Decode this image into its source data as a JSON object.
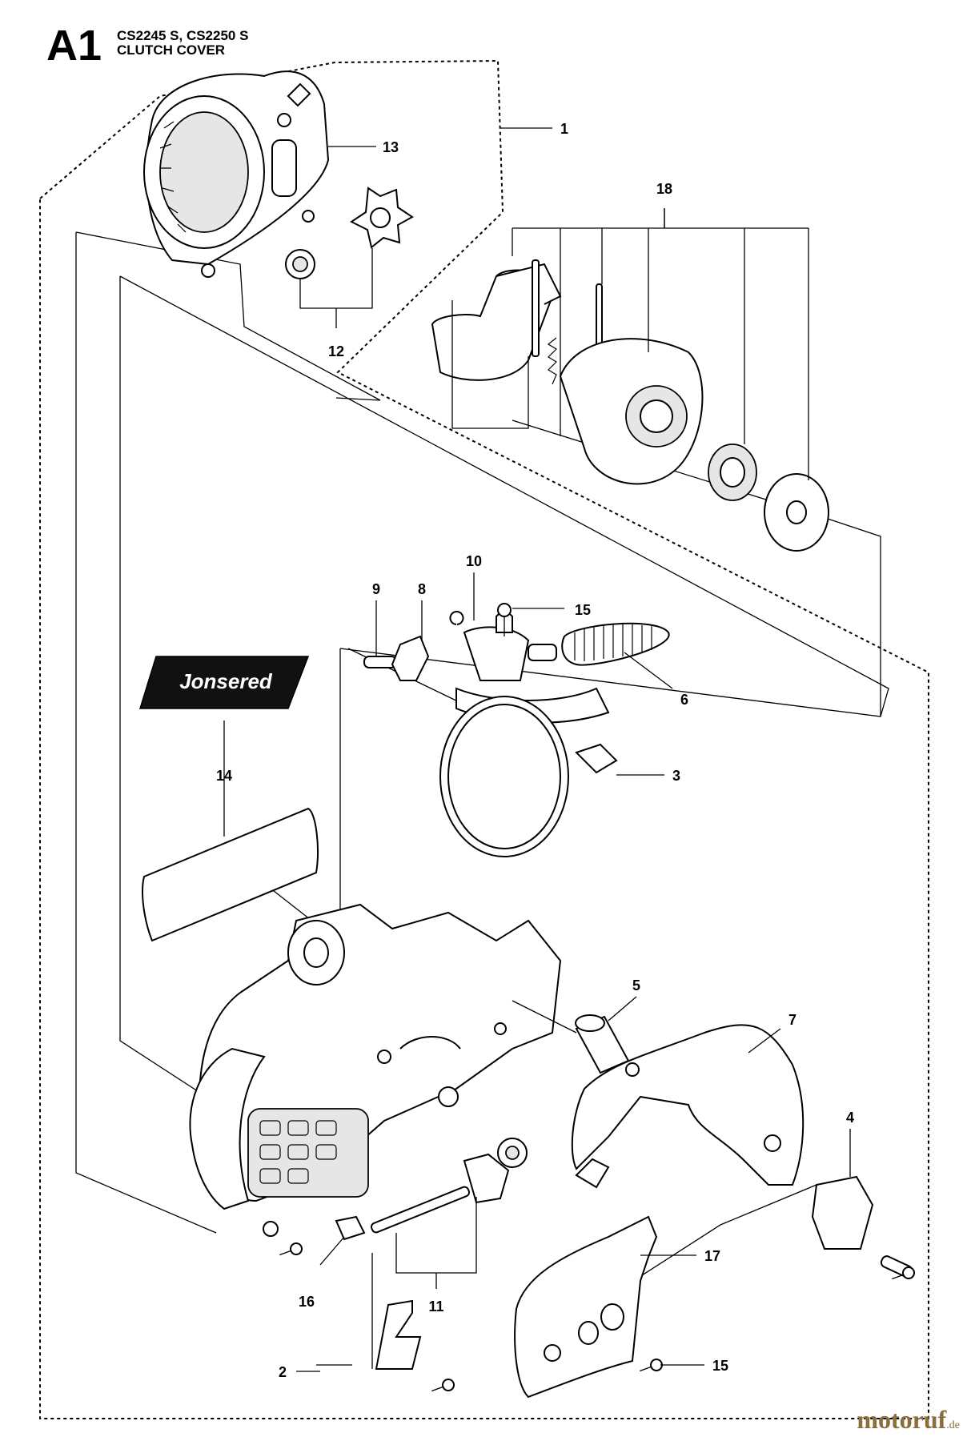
{
  "header": {
    "section_code": "A1",
    "models": "CS2245 S, CS2250 S",
    "subtitle": "CLUTCH COVER"
  },
  "callouts": [
    "1",
    "2",
    "3",
    "4",
    "5",
    "6",
    "7",
    "8",
    "9",
    "10",
    "11",
    "12",
    "13",
    "14",
    "15",
    "15",
    "16",
    "17",
    "18"
  ],
  "decal_text": "Jonsered",
  "watermark": {
    "brand": "motoruf",
    "tld": ".de"
  },
  "colors": {
    "line": "#000000",
    "fill": "#ffffff",
    "part_gray": "#e6e6e6",
    "decal_bg": "#111111",
    "watermark": "#8a6d3b"
  }
}
